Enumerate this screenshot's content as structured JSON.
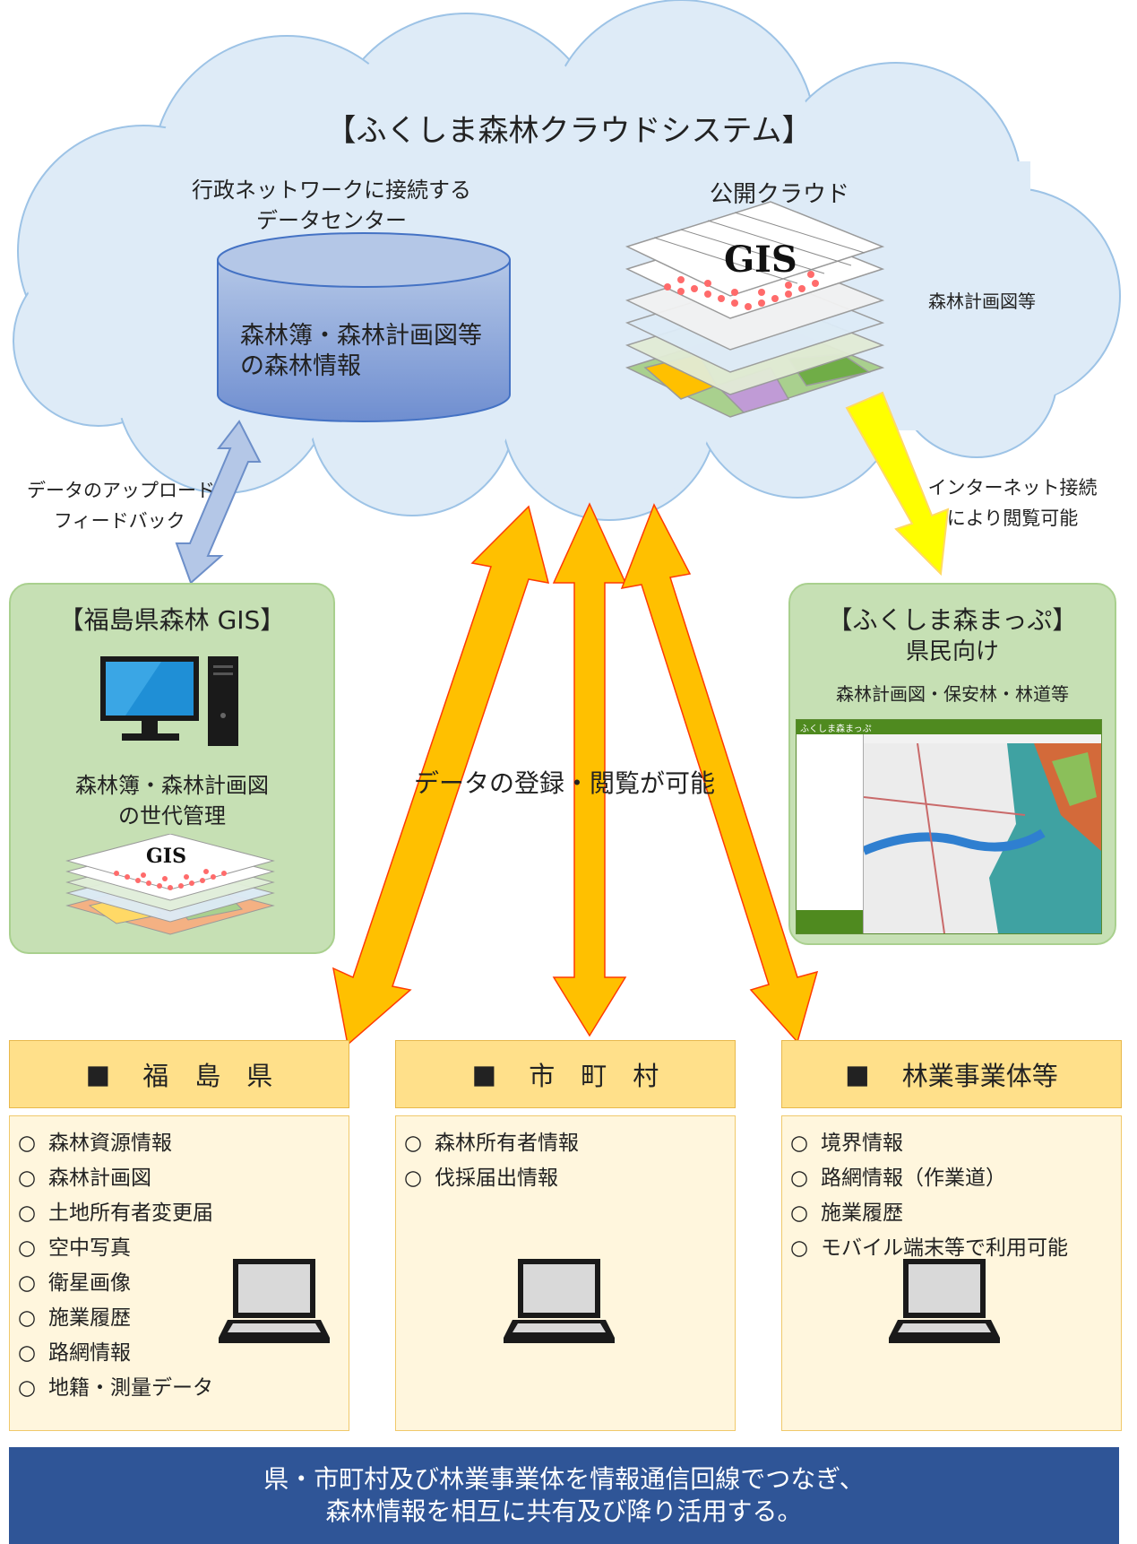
{
  "cloud": {
    "title": "【ふくしま森林クラウドシステム】",
    "datacenter_label_1": "行政ネットワークに接続する",
    "datacenter_label_2": "データセンター",
    "db_text_1": "森林簿・森林計画図等",
    "db_text_2": "の森林情報",
    "public_cloud_label": "公開クラウド",
    "gis_stack_label": "GIS",
    "gis_side_label": "森林計画図等"
  },
  "arrows": {
    "upload_label_1": "データのアップロード",
    "upload_label_2": "フィードバック",
    "internet_label_1": "インターネット接続",
    "internet_label_2": "により閲覧可能",
    "center_label": "データの登録・閲覧が可能"
  },
  "gis_box": {
    "title": "【福島県森林 GIS】",
    "text_1": "森林簿・森林計画図",
    "text_2": "の世代管理",
    "stack_label": "GIS"
  },
  "map_box": {
    "title": "【ふくしま森まっぷ】",
    "subtitle": "県民向け",
    "text": "森林計画図・保安林・林道等",
    "screenshot_title": "ふくしま森まっぷ"
  },
  "columns": [
    {
      "header_mark": "■",
      "header": "福　島　県",
      "items": [
        "森林資源情報",
        "森林計画図",
        "土地所有者変更届",
        "空中写真",
        "衛星画像",
        "施業履歴",
        "路網情報",
        "地籍・測量データ"
      ]
    },
    {
      "header_mark": "■",
      "header": "市　町　村",
      "items": [
        "森林所有者情報",
        "伐採届出情報"
      ]
    },
    {
      "header_mark": "■",
      "header": "林業事業体等",
      "items": [
        "境界情報",
        "路網情報（作業道）",
        "施業履歴",
        "モバイル端末等で利用可能"
      ]
    }
  ],
  "bullet": "○",
  "footer": {
    "line_1": "県・市町村及び林業事業体を情報通信回線でつなぎ、",
    "line_2": "森林情報を相互に共有及び降り活用する。"
  },
  "colors": {
    "cloud_fill": "#deebf7",
    "cloud_stroke": "#9dc3e6",
    "db_fill": "#8fa9dc",
    "green_box": "#c6e0b4",
    "header_fill": "#ffe08a",
    "body_fill": "#fff6dd",
    "footer_fill": "#2f5597",
    "orange_arrow": "#ffc000",
    "yellow_arrow": "#ffff00",
    "blue_arrow": "#b4c7e7"
  },
  "icons": {
    "desktop": "desktop-computer-icon",
    "laptop": "laptop-icon",
    "database": "database-cylinder-icon",
    "gis_layers": "gis-layer-stack-icon"
  }
}
